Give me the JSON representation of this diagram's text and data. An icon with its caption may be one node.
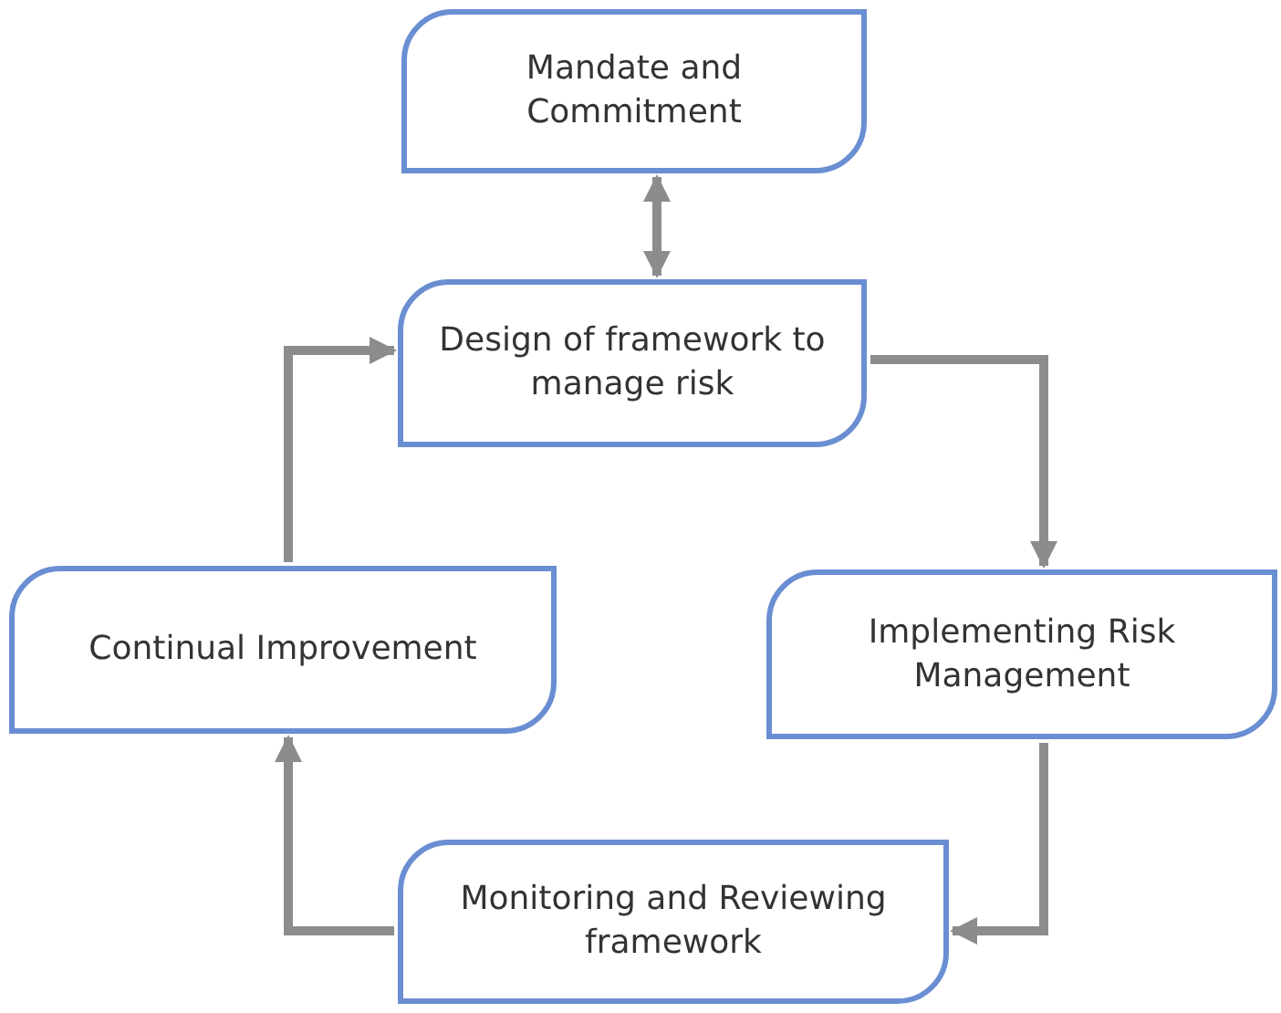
{
  "diagram": {
    "nodes": [
      {
        "text": [
          "Mandate and Commitment"
        ]
      },
      {
        "text": [
          "Design of framework to manage risk"
        ]
      },
      {
        "text": [
          "Continual Improvement"
        ]
      },
      {
        "text": [
          "Implementing Risk Management"
        ]
      },
      {
        "text": [
          "Monitoring and Reviewing framework"
        ]
      }
    ],
    "edges": [
      {
        "from": 0,
        "to": 1,
        "arrow": "both"
      },
      {
        "from": 2,
        "to": 1,
        "arrow": "to"
      },
      {
        "from": 1,
        "to": 3,
        "arrow": "to"
      },
      {
        "from": 3,
        "to": 4,
        "arrow": "to"
      },
      {
        "from": 4,
        "to": 2,
        "arrow": "to"
      }
    ]
  }
}
